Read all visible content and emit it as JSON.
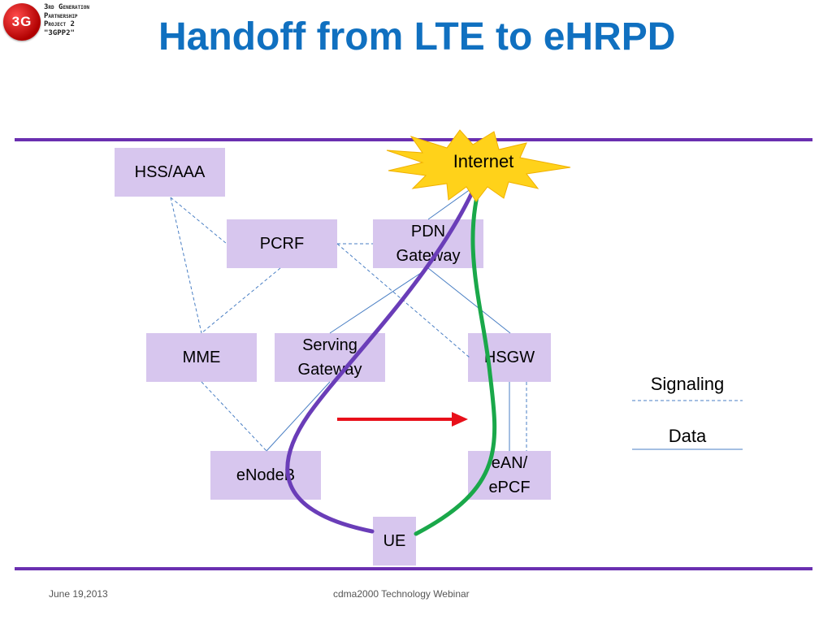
{
  "logo": {
    "mark": "3G",
    "lines": [
      "3rd Generation",
      "Partnership",
      "Project 2",
      "\"3GPP2\""
    ]
  },
  "title": "Handoff from LTE to eHRPD",
  "nodes": {
    "hss": "HSS/AAA",
    "pcrf": "PCRF",
    "pdn": "PDN\nGateway",
    "mme": "MME",
    "sgw": "Serving\nGateway",
    "hsgw": "HSGW",
    "enodeb": "eNodeB",
    "ean": "eAN/\nePCF",
    "ue": "UE",
    "internet": "Internet"
  },
  "legend": {
    "signaling": "Signaling",
    "data": "Data"
  },
  "colors": {
    "title": "#1070c0",
    "rule": "#6a2fb0",
    "node_fill": "#d7c6ee",
    "lte_path": "#6a3db8",
    "ehrpd_path": "#1aa84a",
    "handoff_arrow": "#e8101a",
    "link_line": "#4a7fc4",
    "burst": "#ffd21a"
  },
  "footer": {
    "date": "June 19,2013",
    "event": "cdma2000 Technology Webinar"
  }
}
